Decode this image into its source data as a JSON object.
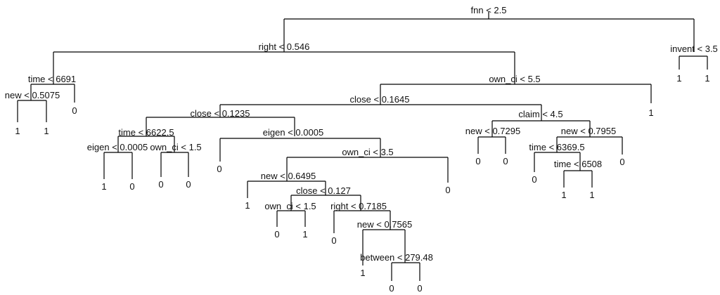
{
  "tree": {
    "splits": {
      "root": "fnn < 2.5",
      "right_0546": "right < 0.546",
      "invent": "invent < 3.5",
      "time_6691": "time < 6691",
      "new_05075": "new < 0.5075",
      "own_ci_55": "own_ci < 5.5",
      "close_01645": "close < 0.1645",
      "close_01235": "close < 0.1235",
      "time_66225": "time < 6622.5",
      "eigen_00005_a": "eigen < 0.0005",
      "own_ci_15_a": "own_ci < 1.5",
      "eigen_00005_b": "eigen < 0.0005",
      "own_ci_35": "own_ci < 3.5",
      "new_06495": "new < 0.6495",
      "close_0127": "close < 0.127",
      "own_ci_15_b": "own_ci < 1.5",
      "right_07185": "right < 0.7185",
      "new_07565": "new < 0.7565",
      "between": "between < 279.48",
      "claim": "claim < 4.5",
      "new_07295": "new < 0.7295",
      "new_07955": "new < 0.7955",
      "time_63695": "time < 6369.5",
      "time_6508": "time < 6508"
    },
    "leaves": {
      "invent_l": "1",
      "invent_r": "1",
      "new_05075_l": "1",
      "new_05075_r": "1",
      "time_6691_r": "0",
      "own_ci_55_r": "1",
      "eigen_a_l": "1",
      "eigen_a_r": "0",
      "own_ci_15_a_l": "0",
      "own_ci_15_a_r": "0",
      "eigen_b_l": "0",
      "own_ci_35_r": "0",
      "new_06495_l": "1",
      "own_ci_15_b_l": "0",
      "own_ci_15_b_r": "1",
      "right_07185_l": "0",
      "new_07565_l": "1",
      "between_l": "0",
      "between_r": "0",
      "new_07295_l": "0",
      "new_07295_r": "0",
      "time_63695_l": "0",
      "time_6508_l": "1",
      "time_6508_r": "1",
      "new_07955_r": "0"
    }
  }
}
